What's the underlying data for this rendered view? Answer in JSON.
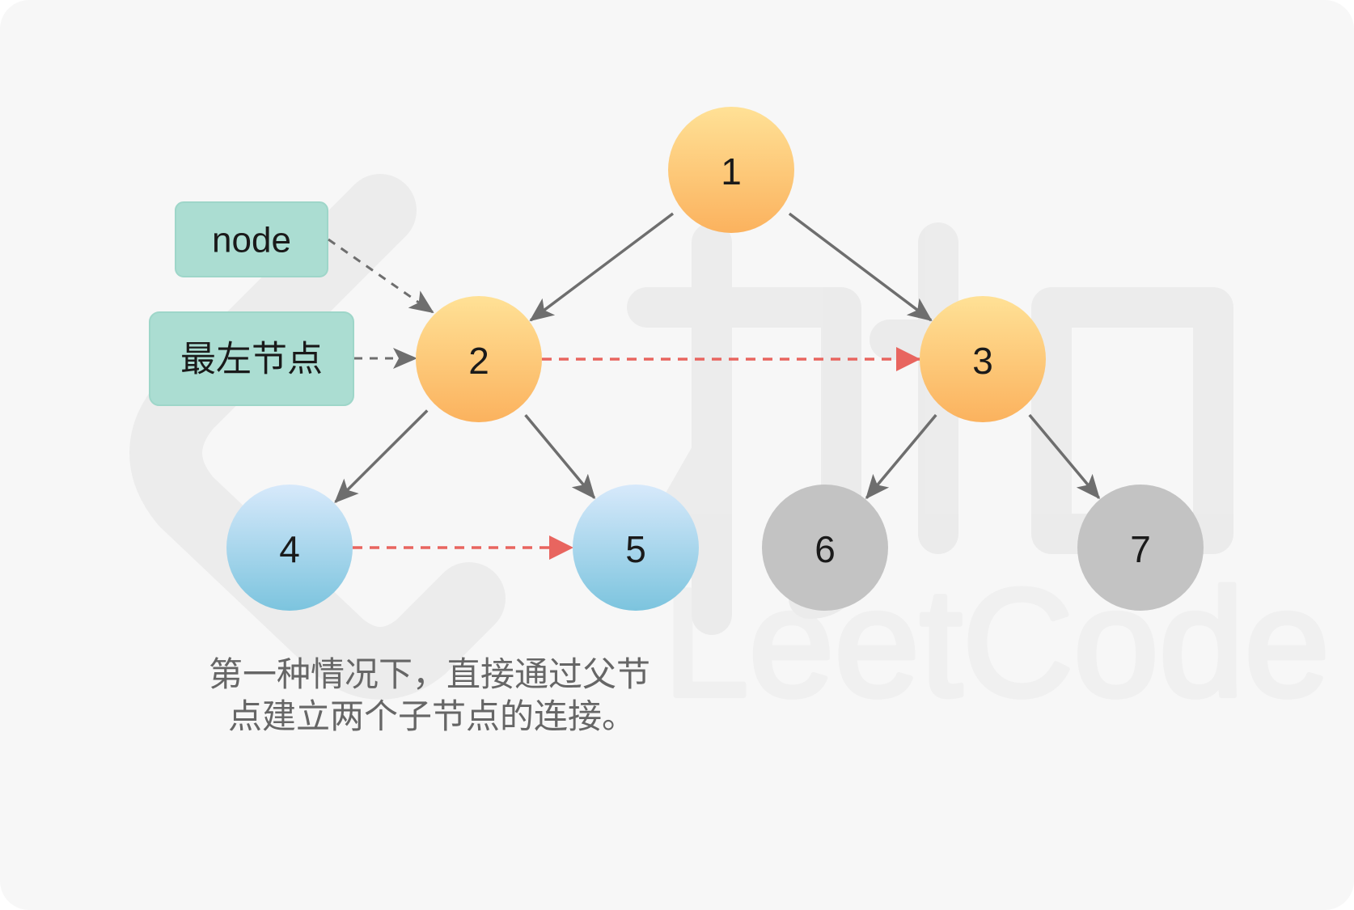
{
  "nodes": [
    {
      "id": "1",
      "label": "1",
      "kind": "level1"
    },
    {
      "id": "2",
      "label": "2",
      "kind": "level1"
    },
    {
      "id": "3",
      "label": "3",
      "kind": "level1"
    },
    {
      "id": "4",
      "label": "4",
      "kind": "level2"
    },
    {
      "id": "5",
      "label": "5",
      "kind": "level2"
    },
    {
      "id": "6",
      "label": "6",
      "kind": "inactive"
    },
    {
      "id": "7",
      "label": "7",
      "kind": "inactive"
    }
  ],
  "edges": [
    {
      "from": "1",
      "to": "2"
    },
    {
      "from": "1",
      "to": "3"
    },
    {
      "from": "2",
      "to": "4"
    },
    {
      "from": "2",
      "to": "5"
    },
    {
      "from": "3",
      "to": "6"
    },
    {
      "from": "3",
      "to": "7"
    }
  ],
  "next_links": [
    {
      "from": "2",
      "to": "3"
    },
    {
      "from": "4",
      "to": "5"
    }
  ],
  "pointers": [
    {
      "label": "node",
      "target": "2"
    },
    {
      "label": "最左节点",
      "target": "2"
    }
  ],
  "caption": {
    "line1": "第一种情况下，直接通过父节",
    "line2": "点建立两个子节点的连接。"
  },
  "watermark": {
    "text": "力扣 LeetCode"
  },
  "colors": {
    "panel_background": "#f7f7f7",
    "tree_edge": "#6e6e6e",
    "next_link": "#e8655f",
    "pointer_arrow": "#6e6e6e",
    "tag_fill": "#abddd2",
    "tag_border": "#9ed6c9",
    "orange_top": "#ffe196",
    "orange_bottom": "#fbb25e",
    "blue_top": "#d7e9fb",
    "blue_bottom": "#7cc4de",
    "gray_fill": "#c3c3c3",
    "text_dark": "#1a1a1a",
    "caption_text": "#666666"
  }
}
